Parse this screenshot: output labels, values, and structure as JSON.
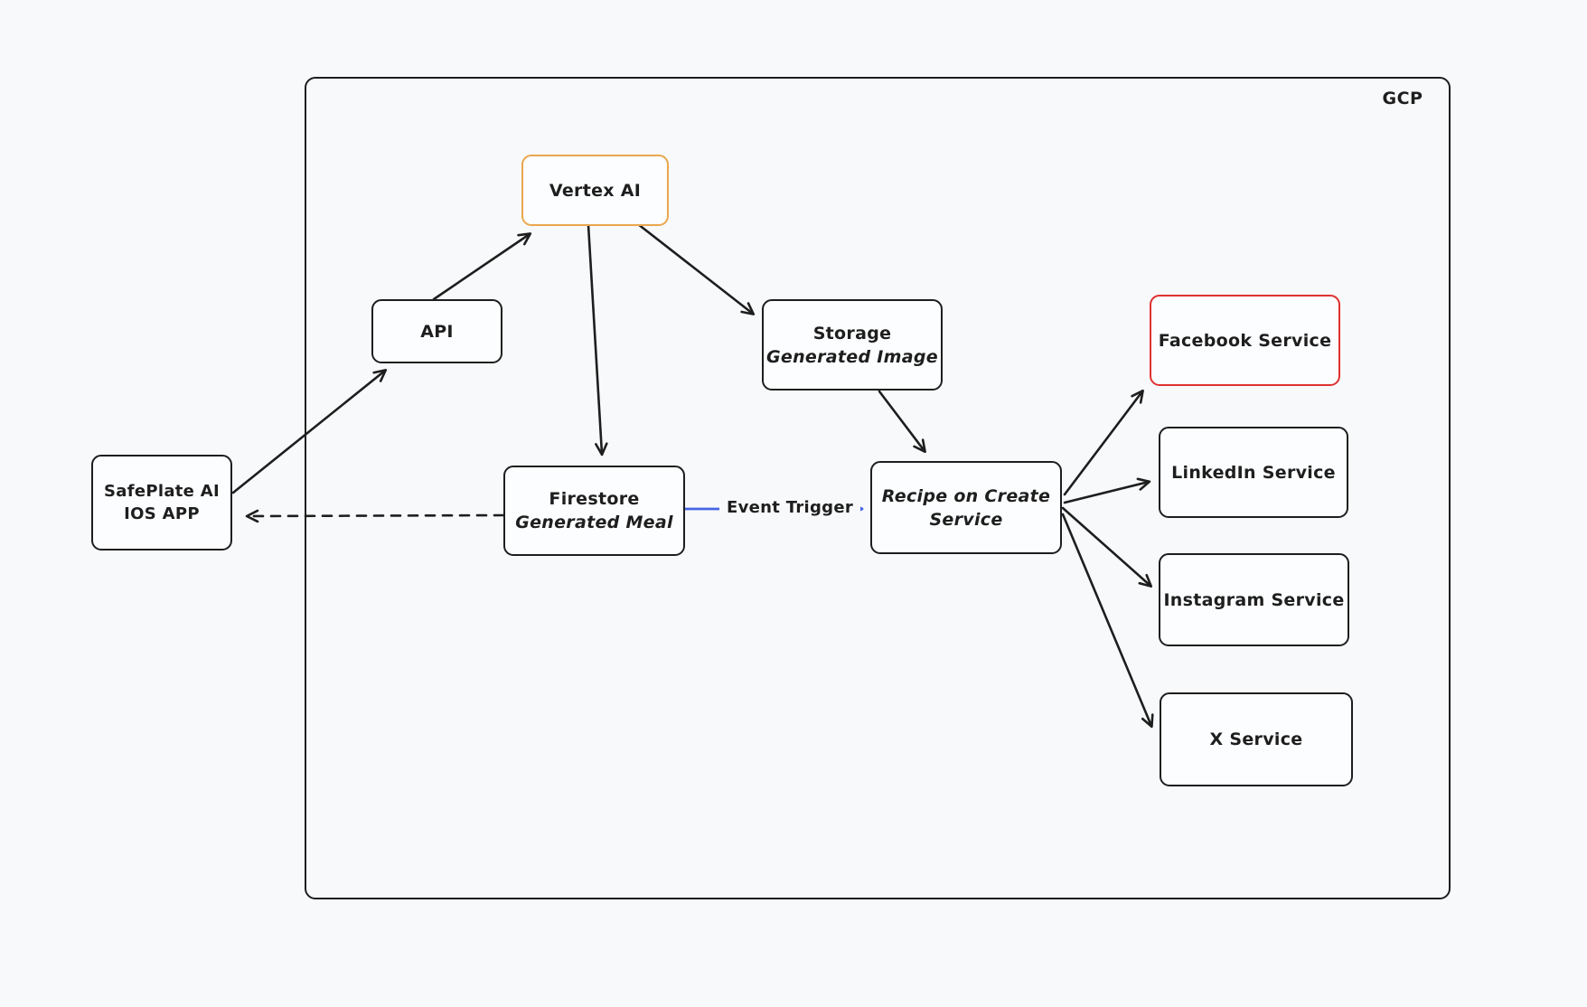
{
  "diagram": {
    "frame": {
      "label": "GCP"
    },
    "nodes": {
      "safeplate": {
        "line1": "SafePlate AI",
        "line2": "IOS APP"
      },
      "api": {
        "line1": "API"
      },
      "vertex": {
        "line1": "Vertex AI"
      },
      "storage": {
        "line1": "Storage",
        "line2": "Generated Image"
      },
      "firestore": {
        "line1": "Firestore",
        "line2": "Generated Meal"
      },
      "recipe": {
        "line1": "Recipe on Create",
        "line2": "Service"
      },
      "facebook": {
        "line1": "Facebook Service"
      },
      "linkedin": {
        "line1": "LinkedIn Service"
      },
      "instagram": {
        "line1": "Instagram Service"
      },
      "xservice": {
        "line1": "X Service"
      }
    },
    "edge_labels": {
      "event_trigger": "Event Trigger"
    },
    "edges": [
      {
        "from": "safeplate-ios-app",
        "to": "api",
        "style": "solid-black"
      },
      {
        "from": "api",
        "to": "vertex-ai",
        "style": "solid-black"
      },
      {
        "from": "vertex-ai",
        "to": "firestore-generated-meal",
        "style": "solid-black"
      },
      {
        "from": "vertex-ai",
        "to": "storage-generated-image",
        "style": "solid-black"
      },
      {
        "from": "storage-generated-image",
        "to": "recipe-on-create-service",
        "style": "solid-black"
      },
      {
        "from": "firestore-generated-meal",
        "to": "recipe-on-create-service",
        "style": "solid-blue",
        "label": "Event Trigger"
      },
      {
        "from": "firestore-generated-meal",
        "to": "safeplate-ios-app",
        "style": "dashed-black"
      },
      {
        "from": "recipe-on-create-service",
        "to": "facebook-service",
        "style": "solid-black"
      },
      {
        "from": "recipe-on-create-service",
        "to": "linkedin-service",
        "style": "solid-black"
      },
      {
        "from": "recipe-on-create-service",
        "to": "instagram-service",
        "style": "solid-black"
      },
      {
        "from": "recipe-on-create-service",
        "to": "x-service",
        "style": "solid-black"
      }
    ],
    "colors": {
      "background": "#f8f9fa",
      "stroke": "#1e1e1e",
      "vertex_border": "#eaa64e",
      "facebook_border": "#e03131",
      "event_trigger_arrow": "#4666e5"
    }
  }
}
